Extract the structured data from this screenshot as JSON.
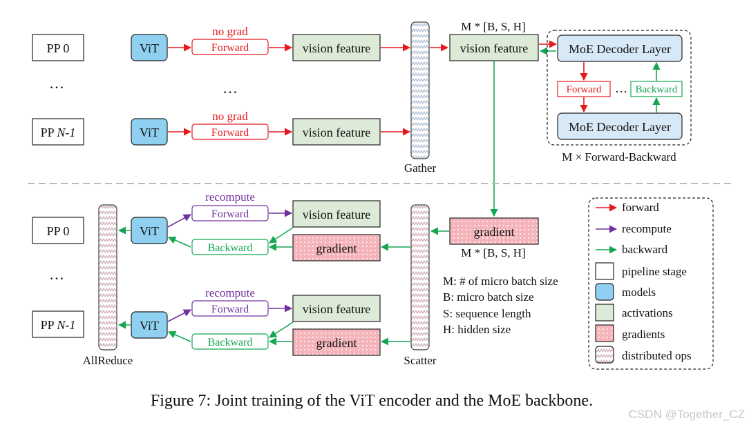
{
  "colors": {
    "forward": "#e8191d",
    "recompute": "#7030a0",
    "backward": "#14a651",
    "model_fill": "#8fd0f0",
    "activation_fill": "#dcead7",
    "gradient_fill": "#f4b4ba",
    "decoder_fill": "#d7e8f6"
  },
  "top": {
    "stages": [
      "PP 0",
      "PP N-1"
    ],
    "ellipsis": "…",
    "vit": "ViT",
    "no_grad": "no grad",
    "forward": "Forward",
    "vision_feature": "vision feature",
    "gather": "Gather",
    "mbsh": "M * [B, S, H]",
    "decoder": "MoE Decoder Layer",
    "dec_forward": "Forward",
    "dec_backward": "Backward",
    "dec_dots": "…",
    "fb_label": "M × Forward-Backward"
  },
  "bottom": {
    "allreduce": "AllReduce",
    "recompute": "recompute",
    "forward": "Forward",
    "backward": "Backward",
    "vision_feature": "vision feature",
    "gradient": "gradient",
    "scatter": "Scatter",
    "mbsh": "M * [B, S, H]"
  },
  "defs": [
    "M: # of micro batch size",
    "B: micro batch size",
    "S: sequence length",
    "H: hidden size"
  ],
  "legend": [
    {
      "label": "forward",
      "kind": "arrow",
      "color_key": "forward"
    },
    {
      "label": "recompute",
      "kind": "arrow",
      "color_key": "recompute"
    },
    {
      "label": "backward",
      "kind": "arrow",
      "color_key": "backward"
    },
    {
      "label": "pipeline stage",
      "kind": "box-white"
    },
    {
      "label": "models",
      "kind": "box-model"
    },
    {
      "label": "activations",
      "kind": "box-activation"
    },
    {
      "label": "gradients",
      "kind": "box-gradient"
    },
    {
      "label": "distributed ops",
      "kind": "box-dist"
    }
  ],
  "caption": "Figure 7: Joint training of the ViT encoder and the MoE backbone.",
  "watermark": "CSDN @Together_CZ"
}
